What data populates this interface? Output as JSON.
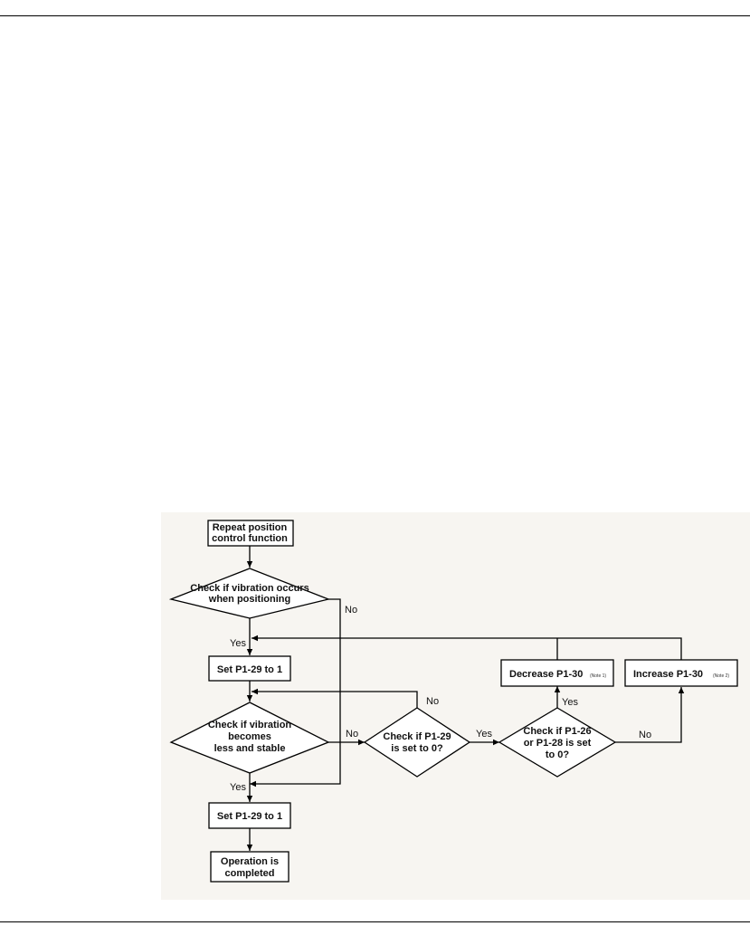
{
  "flowchart": {
    "nodes": {
      "start": {
        "lines": [
          "Repeat position",
          "control function"
        ]
      },
      "check_vibration_positioning": {
        "lines": [
          "Check if vibration occurs",
          "when positioning"
        ]
      },
      "set_p129_first": {
        "lines": [
          "Set P1-29 to 1"
        ]
      },
      "check_vibration_stable": {
        "lines": [
          "Check if vibration",
          "becomes",
          "less and stable"
        ]
      },
      "check_p129_zero": {
        "lines": [
          "Check if P1-29",
          "is set to 0?"
        ]
      },
      "check_p126_p128": {
        "lines": [
          "Check if P1-26",
          "or P1-28 is set",
          "to 0?"
        ]
      },
      "decrease_p130": {
        "text": "Decrease P1-30",
        "note": "(Note 1)"
      },
      "increase_p130": {
        "text": "Increase P1-30",
        "note": "(Note 2)"
      },
      "set_p129_second": {
        "lines": [
          "Set P1-29 to 1"
        ]
      },
      "end": {
        "lines": [
          "Operation is",
          "completed"
        ]
      }
    },
    "edge_labels": {
      "positioning_no": "No",
      "positioning_yes": "Yes",
      "stable_no": "No",
      "stable_yes": "Yes",
      "p129_no": "No",
      "p129_yes": "Yes",
      "p126_yes": "Yes",
      "p126_no": "No"
    }
  }
}
